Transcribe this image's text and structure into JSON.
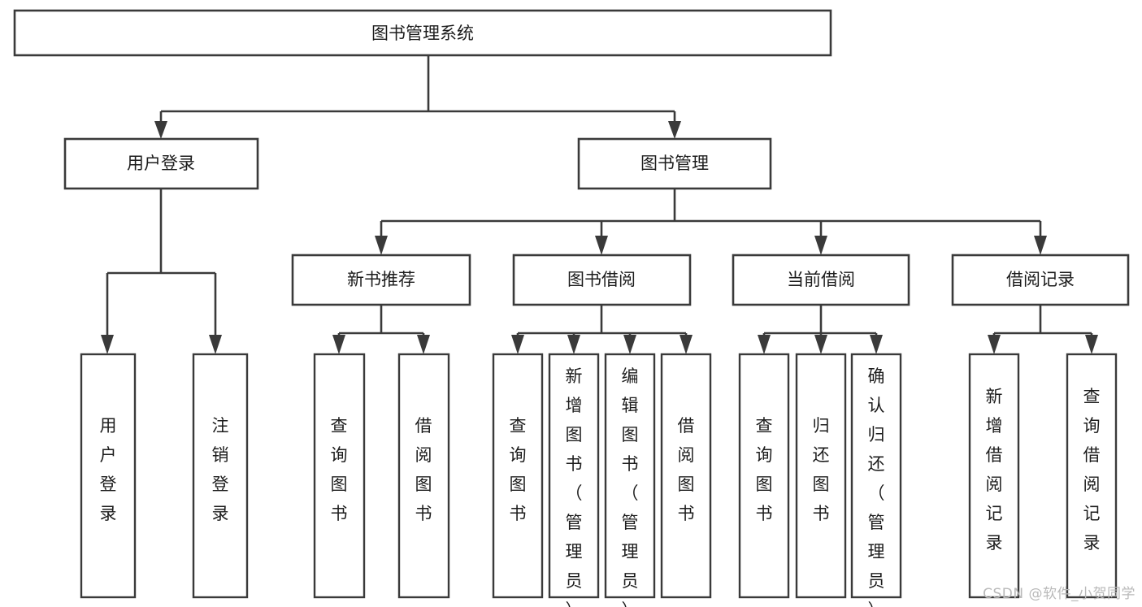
{
  "diagram": {
    "title": "图书管理系统",
    "watermark": "CSDN @软件_小贺同学",
    "colors": {
      "stroke": "#3a3a3a",
      "box_fill": "#ffffff",
      "text": "#1c1c1c",
      "watermark": "#b9b9b9",
      "background": "#ffffff"
    },
    "levels": {
      "root": "图书管理系统",
      "level2": [
        "用户登录",
        "图书管理"
      ],
      "level3": [
        "新书推荐",
        "图书借阅",
        "当前借阅",
        "借阅记录"
      ]
    },
    "nodes": {
      "root": {
        "label": "图书管理系统"
      },
      "user_login": {
        "label": "用户登录"
      },
      "book_manage": {
        "label": "图书管理"
      },
      "new_book": {
        "label": "新书推荐"
      },
      "book_borrow": {
        "label": "图书借阅"
      },
      "current_borrow": {
        "label": "当前借阅"
      },
      "borrow_record": {
        "label": "借阅记录"
      }
    },
    "leaves": {
      "user_login": [
        {
          "label": "用户登录"
        },
        {
          "label": "注销登录"
        }
      ],
      "new_book": [
        {
          "label": "查询图书"
        },
        {
          "label": "借阅图书"
        }
      ],
      "book_borrow": [
        {
          "label": "查询图书"
        },
        {
          "label": "新增图书（管理员）"
        },
        {
          "label": "编辑图书（管理员）"
        },
        {
          "label": "借阅图书"
        }
      ],
      "current_borrow": [
        {
          "label": "查询图书"
        },
        {
          "label": "归还图书"
        },
        {
          "label": "确认归还（管理员）"
        }
      ],
      "borrow_record": [
        {
          "label": "新增借阅记录"
        },
        {
          "label": "查询借阅记录"
        }
      ]
    }
  }
}
